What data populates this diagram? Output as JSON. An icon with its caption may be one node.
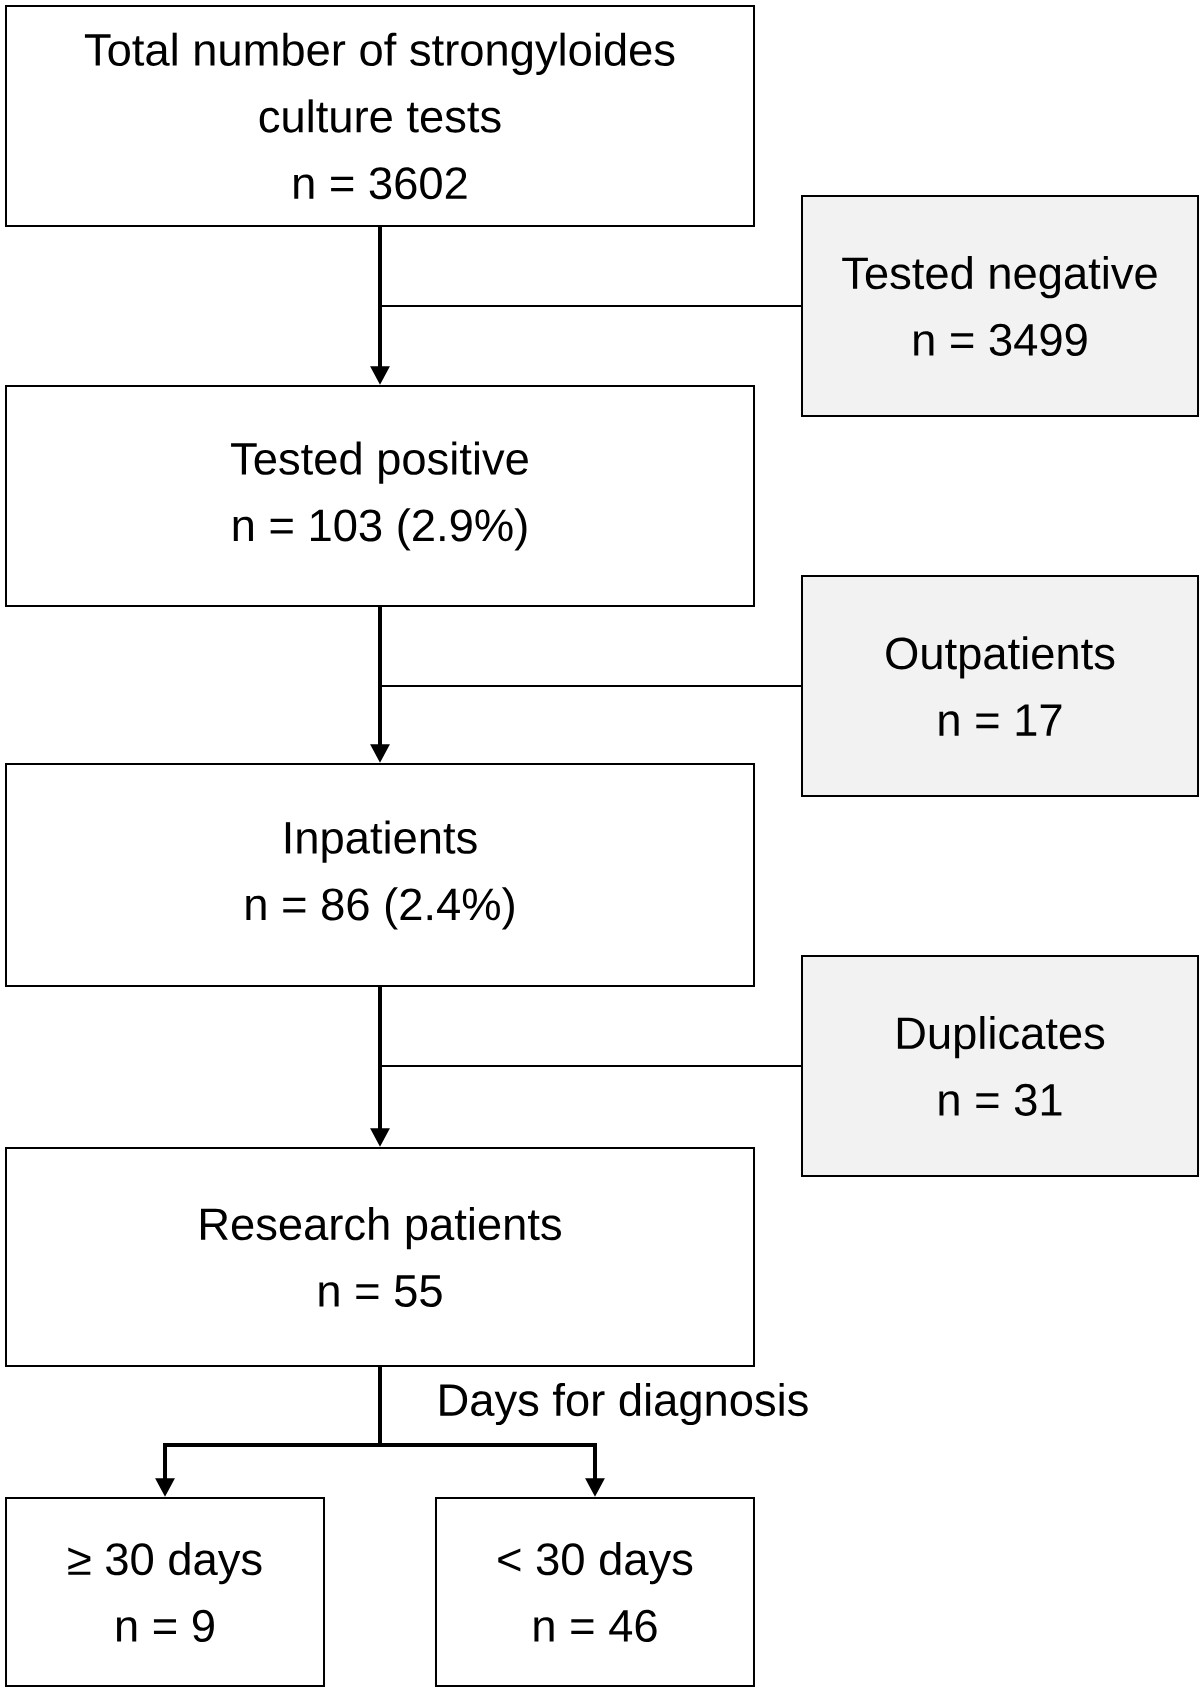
{
  "diagram": {
    "nodes": [
      {
        "text": [
          "Total number of strongyloides culture tests",
          "n = 3602"
        ]
      },
      {
        "text": [
          "Tested negative",
          "n = 3499"
        ]
      },
      {
        "text": [
          "Tested positive",
          "n = 103 (2.9%)"
        ]
      },
      {
        "text": [
          "Outpatients",
          "n = 17"
        ]
      },
      {
        "text": [
          "Inpatients",
          "n = 86 (2.4%)"
        ]
      },
      {
        "text": [
          "Duplicates",
          "n = 31"
        ]
      },
      {
        "text": [
          "Research patients",
          "n = 55"
        ]
      },
      {
        "text": [
          "≥ 30 days",
          "n = 9"
        ]
      },
      {
        "text": [
          "< 30 days",
          "n = 46"
        ]
      }
    ],
    "edges": [
      {
        "from": 0,
        "to": 2,
        "arrow": "to"
      },
      {
        "from": 0,
        "to": 1,
        "arrow": "none"
      },
      {
        "from": 2,
        "to": 4,
        "arrow": "to"
      },
      {
        "from": 2,
        "to": 3,
        "arrow": "none"
      },
      {
        "from": 4,
        "to": 6,
        "arrow": "to"
      },
      {
        "from": 4,
        "to": 5,
        "arrow": "none"
      },
      {
        "from": 6,
        "to": 7,
        "arrow": "to"
      },
      {
        "from": 6,
        "to": 8,
        "arrow": "to"
      }
    ],
    "labels": [
      "Days for diagnosis"
    ]
  }
}
